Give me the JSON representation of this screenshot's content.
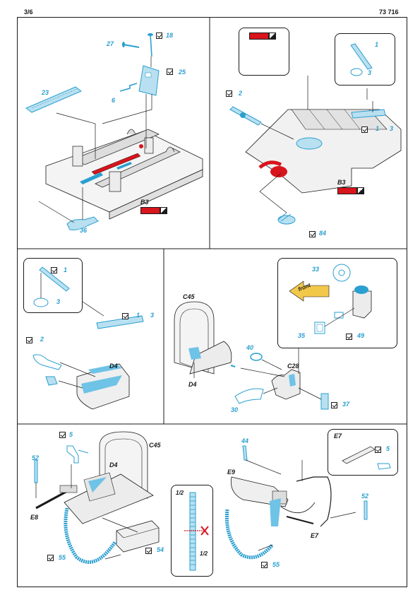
{
  "header": {
    "page": "3/6",
    "code": "73 716"
  },
  "colors": {
    "etch": "#2a9fd0",
    "red": "#d8141c",
    "ink": "#1a1a1a"
  },
  "panel1": {
    "labels": {
      "p27": "27",
      "p18": "18",
      "p25": "25",
      "p23": "23",
      "p6": "6",
      "p36": "36",
      "b3": "B3"
    }
  },
  "panel2": {
    "labels": {
      "p2": "2",
      "p1a": "1",
      "p3a": "3",
      "p1b": "1",
      "p3b": "3",
      "p84": "84",
      "b3": "B3"
    }
  },
  "panel3": {
    "labels": {
      "p1a": "1",
      "p3a": "3",
      "p1b": "1",
      "p3b": "3",
      "p2": "2",
      "d4": "D4"
    }
  },
  "panel4": {
    "labels": {
      "c45": "C45",
      "d4": "D4",
      "p40": "40",
      "c28": "C28",
      "p30": "30",
      "p37": "37",
      "p33": "33",
      "p35": "35",
      "p49": "49",
      "front": "front"
    }
  },
  "panel5": {
    "labels": {
      "p5": "5",
      "c45": "C45",
      "d4": "D4",
      "p52": "52",
      "e8": "E8",
      "p54": "54",
      "p55": "55",
      "half1": "1/2",
      "half2": "1/2"
    }
  },
  "panel6": {
    "labels": {
      "p44": "44",
      "e9": "E9",
      "e7a": "E7",
      "p5": "5",
      "p52": "52",
      "e7b": "E7",
      "p55": "55"
    }
  }
}
